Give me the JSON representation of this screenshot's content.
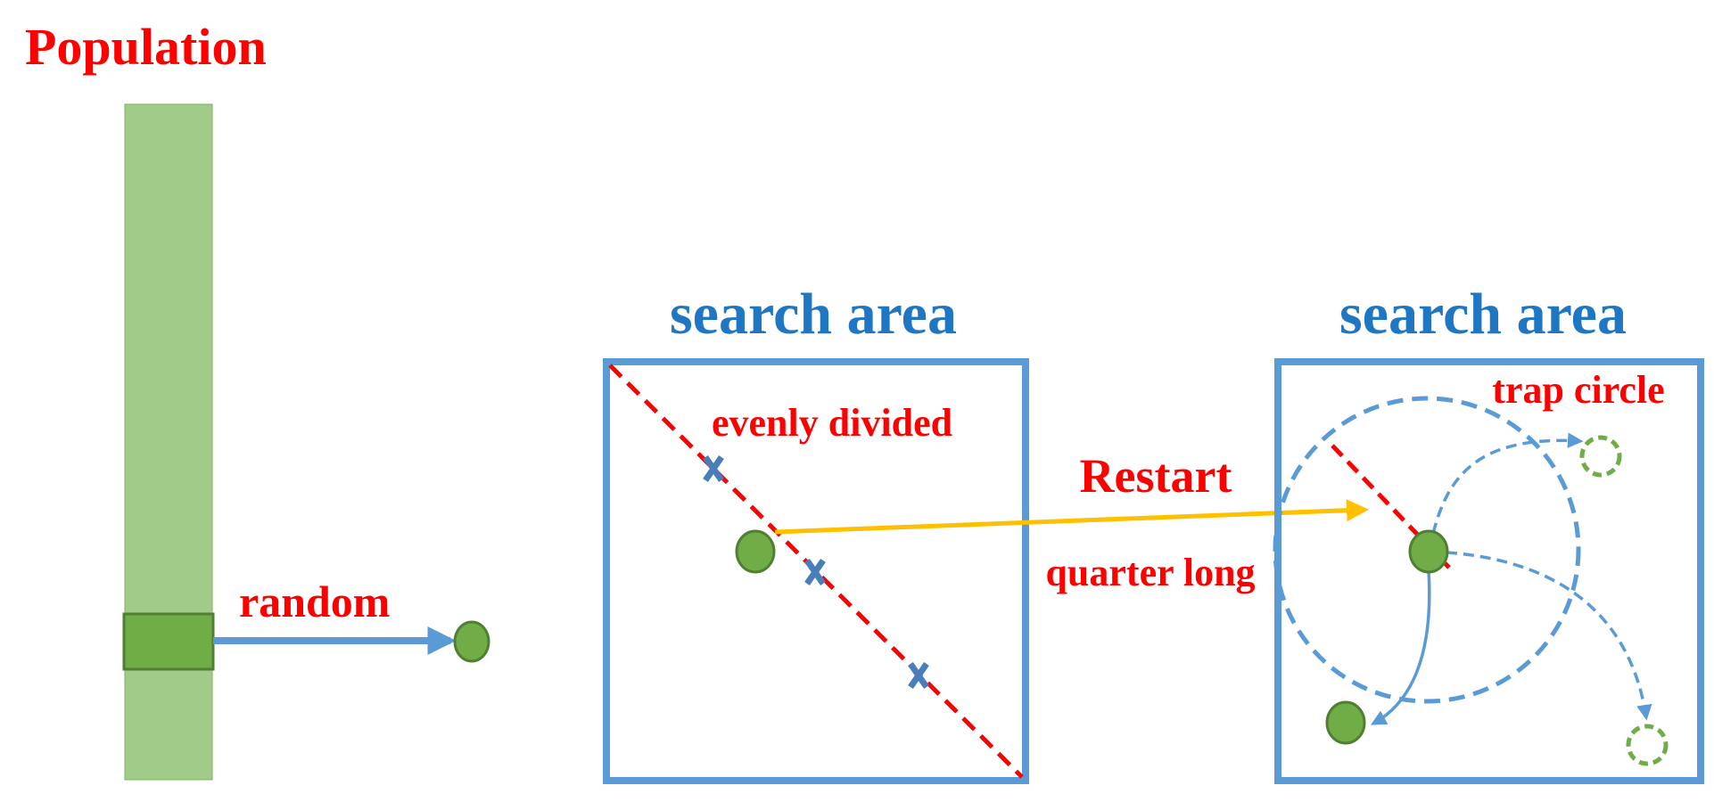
{
  "labels": {
    "population": "Population",
    "random": "random",
    "search_area_1": "search area",
    "search_area_2": "search area",
    "evenly_divided": "evenly divided",
    "restart": "Restart",
    "quarter_long": "quarter long",
    "trap_circle": "trap circle"
  },
  "colors": {
    "text_red": "#ff0000",
    "text_blue": "#1f77c4",
    "box_blue": "#5b9bd5",
    "bar_green": "#a0cb88",
    "bar_green_dark": "#70ad47",
    "node_green": "#70ad47",
    "node_outline": "#507e32",
    "dashed_red": "#ff0000",
    "restart_arrow": "#ffc000",
    "marker_blue": "#4a7ebb"
  },
  "icons": {
    "markers": "cross-mark-icon",
    "nodes": "circle-node-icon"
  }
}
